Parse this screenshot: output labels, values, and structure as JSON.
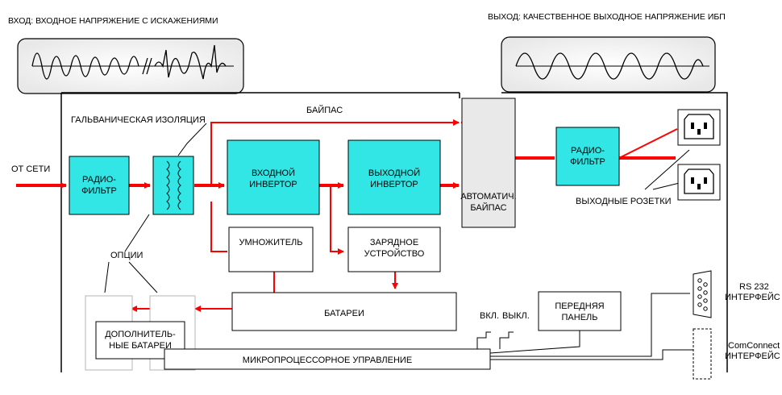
{
  "header": {
    "input_label": "ВХОД: ВХОДНОЕ НАПРЯЖЕНИЕ С ИСКАЖЕНИЯМИ",
    "output_label": "ВЫХОД: КАЧЕСТВЕННОЕ ВЫХОДНОЕ НАПРЯЖЕНИЕ ИБП"
  },
  "labels": {
    "mains": "ОТ СЕТИ",
    "bypass": "БАЙПАС",
    "galvanic": "ГАЛЬВАНИЧЕСКАЯ ИЗОЛЯЦИЯ",
    "options": "ОПЦИИ",
    "outlets": "ВЫХОДНЫЕ РОЗЕТКИ",
    "on": "ВКЛ.",
    "off": "ВЫКЛ.",
    "rs232_line1": "RS 232",
    "rs232_line2": "ИНТЕРФЕЙС",
    "comconnect_line1": "ComConnect",
    "comconnect_line2": "ИНТЕРФЕЙС"
  },
  "blocks": {
    "rf_filter_in": [
      "РАДИО-",
      "ФИЛЬТР"
    ],
    "input_inverter": [
      "ВХОДНОЙ",
      "ИНВЕРТОР"
    ],
    "output_inverter": [
      "ВЫХОДНОЙ",
      "ИНВЕРТОР"
    ],
    "auto_bypass": [
      "АВТОМАТИЧ.",
      "БАЙПАС"
    ],
    "rf_filter_out": [
      "РАДИО-",
      "ФИЛЬТР"
    ],
    "multiplier": "УМНОЖИТЕЛЬ",
    "charger": [
      "ЗАРЯДНОЕ",
      "УСТРОЙСТВО"
    ],
    "batteries": "БАТАРЕИ",
    "extra_batteries": [
      "ДОПОЛНИТЕЛЬ-",
      "НЫЕ БАТАРЕИ"
    ],
    "front_panel": [
      "ПЕРЕДНЯЯ",
      "ПАНЕЛЬ"
    ],
    "mcu": "МИКРОПРОЦЕССОРНОЕ УПРАВЛЕНИЕ"
  },
  "colors": {
    "power_line": "#ff0000",
    "block_fill": "#33e6e6",
    "outline": "#000000",
    "option_outline": "#b5b5b5"
  }
}
